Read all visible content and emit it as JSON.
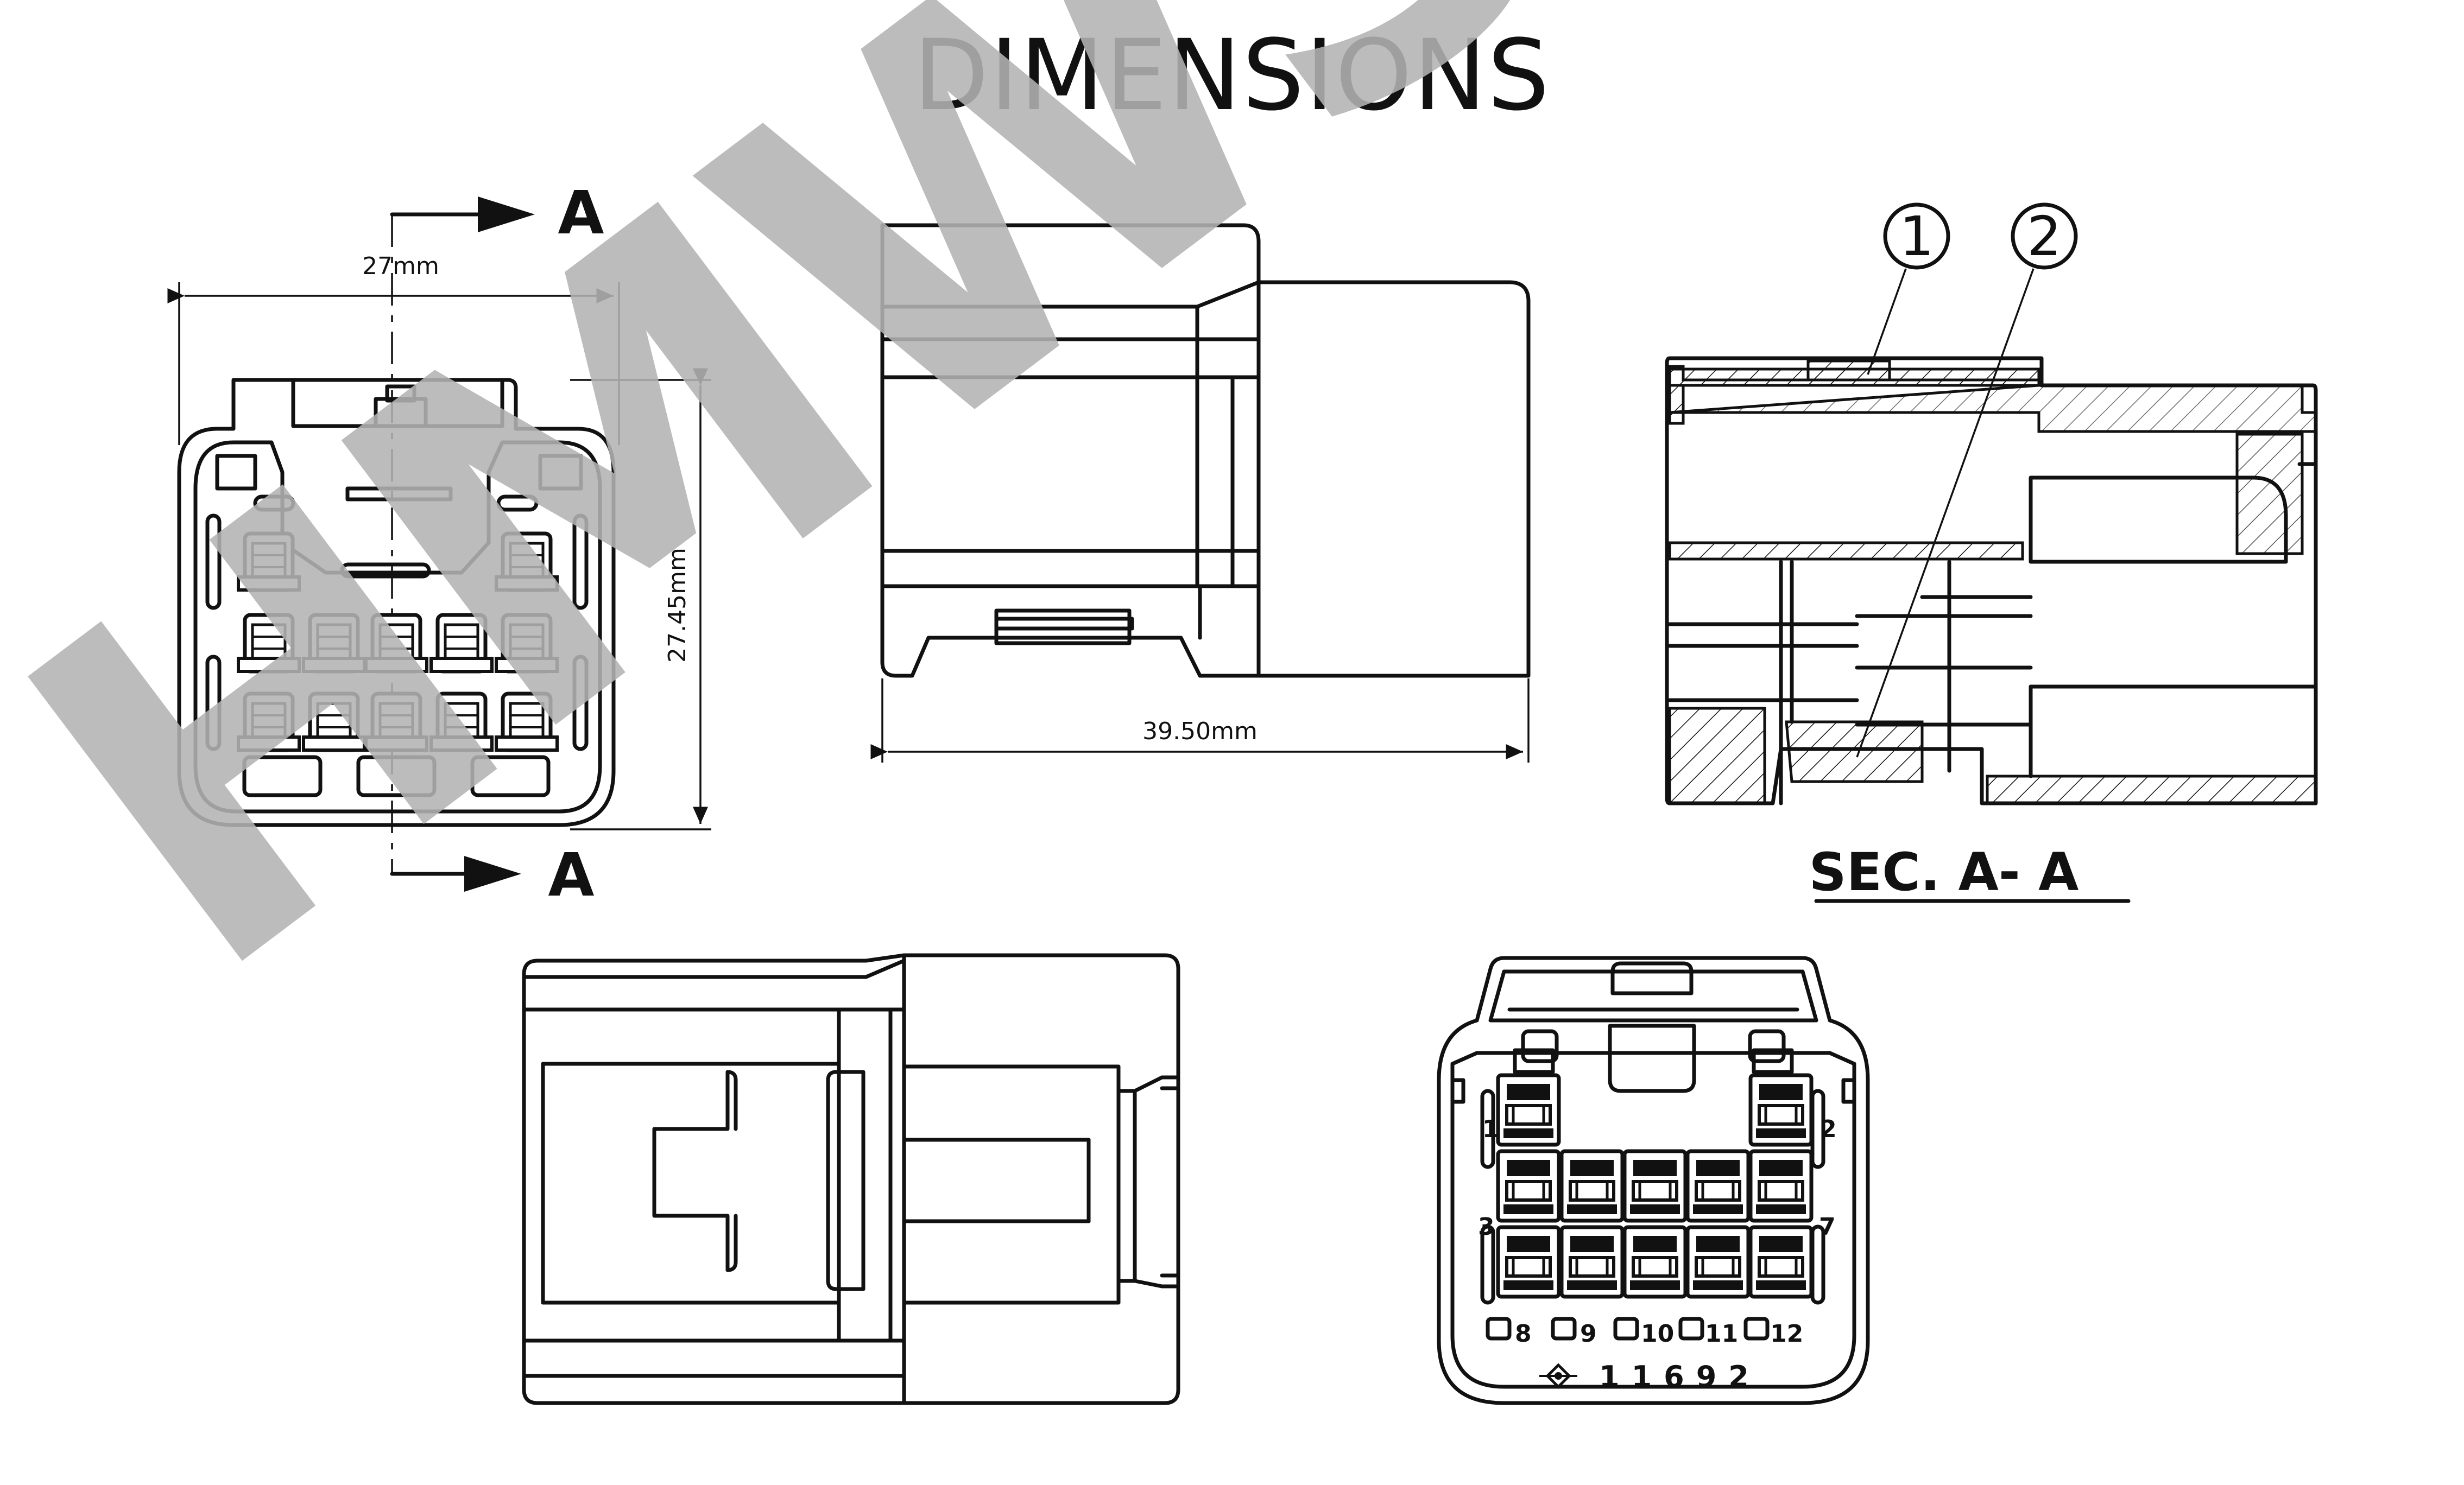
{
  "title": "DIMENSIONS",
  "watermark": "HMWS",
  "section_marker": "A",
  "section_label": "SEC. A- A",
  "dimensions": {
    "width": "27mm",
    "height": "27.45mm",
    "length": "39.50mm"
  },
  "callouts": [
    "1",
    "2"
  ],
  "pin_labels": [
    "1",
    "2",
    "3",
    "7",
    "8",
    "9",
    "10",
    "11",
    "12"
  ],
  "part_number": "11692",
  "colors": {
    "line": "#111111",
    "watermark": "#b3b3b3",
    "background": "#ffffff"
  }
}
